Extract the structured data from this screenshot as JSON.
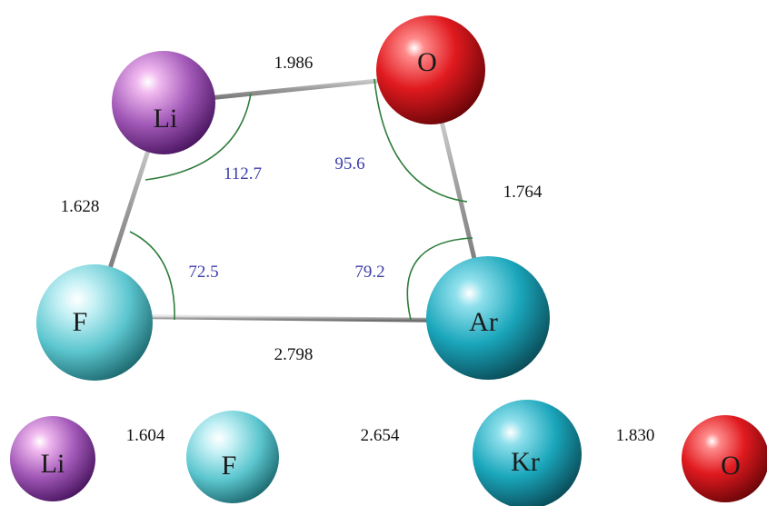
{
  "molecule_top": {
    "atoms": {
      "li": {
        "label": "Li"
      },
      "o": {
        "label": "O"
      },
      "f": {
        "label": "F"
      },
      "ar": {
        "label": "Ar"
      }
    },
    "bond_lengths": {
      "li_o": "1.986",
      "li_f": "1.628",
      "o_ar": "1.764",
      "f_ar": "2.798"
    },
    "angles": {
      "li": "112.7",
      "o": "95.6",
      "f": "72.5",
      "ar": "79.2"
    }
  },
  "molecule_bottom": {
    "atoms": {
      "li": {
        "label": "Li"
      },
      "f": {
        "label": "F"
      },
      "kr": {
        "label": "Kr"
      },
      "o": {
        "label": "O"
      }
    },
    "bond_lengths": {
      "li_f": "1.604",
      "f_kr": "2.654",
      "kr_o": "1.830"
    }
  },
  "colors": {
    "li": "#8a3fa0",
    "o": "#d8141c",
    "f": "#5cc6cf",
    "ar": "#1a9fb3",
    "kr": "#1a9fb3",
    "angle_arc": "#2e7d3a",
    "angle_text": "#3b3fa8"
  }
}
